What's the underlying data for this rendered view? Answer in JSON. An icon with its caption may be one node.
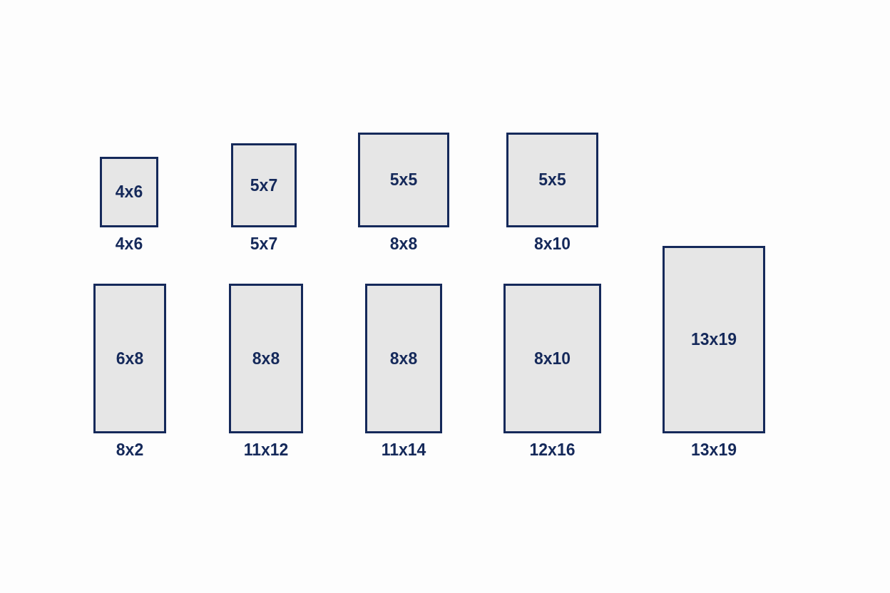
{
  "diagram": {
    "nodes": [
      {
        "text": [
          "4x6"
        ],
        "beside": [
          "4x6"
        ]
      },
      {
        "text": [
          "5x7"
        ],
        "beside": [
          "5x7"
        ]
      },
      {
        "text": [
          "5x5"
        ],
        "beside": [
          "8x8"
        ]
      },
      {
        "text": [
          "5x5"
        ],
        "beside": [
          "8x10"
        ]
      },
      {
        "text": [
          "6x8"
        ],
        "beside": [
          "8x2"
        ]
      },
      {
        "text": [
          "8x8"
        ],
        "beside": [
          "11x12"
        ]
      },
      {
        "text": [
          "8x8"
        ],
        "beside": [
          "11x14"
        ]
      },
      {
        "text": [
          "8x10"
        ],
        "beside": [
          "12x16"
        ]
      },
      {
        "text": [
          "13x19"
        ],
        "beside": [
          "13x19"
        ]
      }
    ]
  }
}
